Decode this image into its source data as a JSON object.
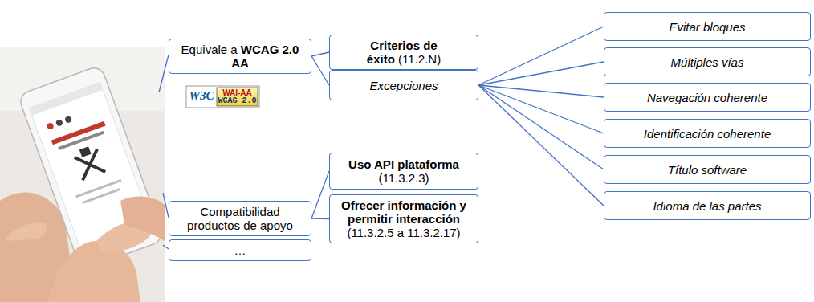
{
  "diagram": {
    "nodes": [
      {
        "text": [
          "Equivale a",
          "WCAG 2.0 AA"
        ]
      },
      {
        "text": [
          "Compatibilidad productos de apoyo"
        ]
      },
      {
        "text": [
          "…"
        ]
      },
      {
        "text": [
          "Criterios de éxito",
          "(11.2.N)"
        ]
      },
      {
        "text": [
          "Excepciones"
        ]
      },
      {
        "text": [
          "Uso API plataforma",
          "(11.3.2.3)"
        ]
      },
      {
        "text": [
          "Ofrecer información y permitir interacción",
          "(11.3.2.5 a 11.3.2.17)"
        ]
      },
      {
        "text": [
          "Evitar bloques"
        ]
      },
      {
        "text": [
          "Múltiples vías"
        ]
      },
      {
        "text": [
          "Navegación coherente"
        ]
      },
      {
        "text": [
          "Identificación coherente"
        ]
      },
      {
        "text": [
          "Título software"
        ]
      },
      {
        "text": [
          "Idioma de las partes"
        ]
      }
    ],
    "edges": [
      {
        "from": 0,
        "to": 3,
        "arrow": "none"
      },
      {
        "from": 0,
        "to": 4,
        "arrow": "none"
      },
      {
        "from": 4,
        "to": 7,
        "arrow": "none"
      },
      {
        "from": 4,
        "to": 8,
        "arrow": "none"
      },
      {
        "from": 4,
        "to": 9,
        "arrow": "none"
      },
      {
        "from": 4,
        "to": 10,
        "arrow": "none"
      },
      {
        "from": 4,
        "to": 11,
        "arrow": "none"
      },
      {
        "from": 4,
        "to": 12,
        "arrow": "none"
      },
      {
        "from": 1,
        "to": 5,
        "arrow": "none"
      },
      {
        "from": 1,
        "to": 6,
        "arrow": "none"
      }
    ],
    "labels": [
      "W3C",
      "WAI-AA",
      "WCAG 2.0"
    ]
  }
}
